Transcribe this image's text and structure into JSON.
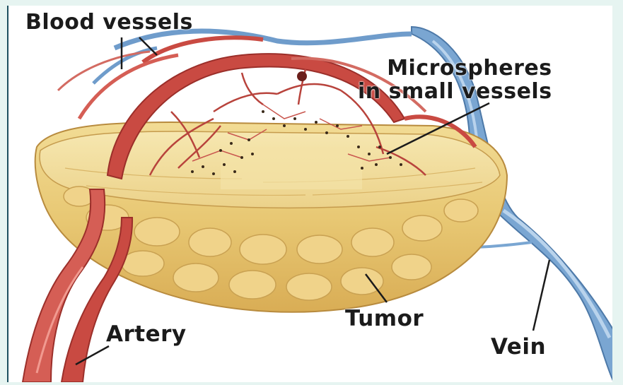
{
  "labels": {
    "blood_vessels": "Blood vessels",
    "microspheres_line1": "Microspheres",
    "microspheres_line2": "in small vessels",
    "tumor": "Tumor",
    "artery": "Artery",
    "vein": "Vein"
  },
  "colors": {
    "frame": "#e6f4f1",
    "artery_red": "#c94a42",
    "vein_blue": "#6f9ccb",
    "tumor_yellow": "#ecd083",
    "microsphere_dot": "#3a2a1a"
  }
}
